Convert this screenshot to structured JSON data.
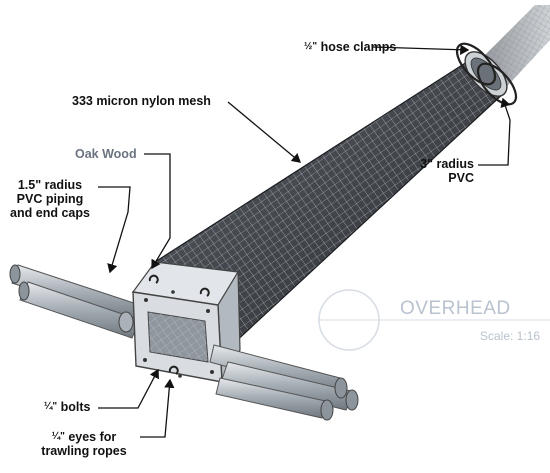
{
  "labels": {
    "hose_clamps": "hose clamps",
    "hose_clamps_fraction": "½\"",
    "mesh": "333 micron nylon mesh",
    "oak": "Oak Wood",
    "pvc_small": [
      "1.5\" radius",
      "PVC piping",
      "and end caps"
    ],
    "pvc_large": [
      "3\" radius",
      "PVC"
    ],
    "bolts_fraction": "¼\"",
    "bolts": "bolts",
    "eyes_fraction": "¼\"",
    "eyes": [
      "eyes for",
      "trawling ropes"
    ]
  },
  "overhead": {
    "title": "OVERHEAD",
    "scale": "Scale: 1:16"
  },
  "colors": {
    "ink": "#111111",
    "label_gray": "#6b7280",
    "watermark": "#b9c2cf",
    "mesh_dark": "#2d3136",
    "wood": "#d2d6dc",
    "pipe": "#9aa3ab"
  }
}
